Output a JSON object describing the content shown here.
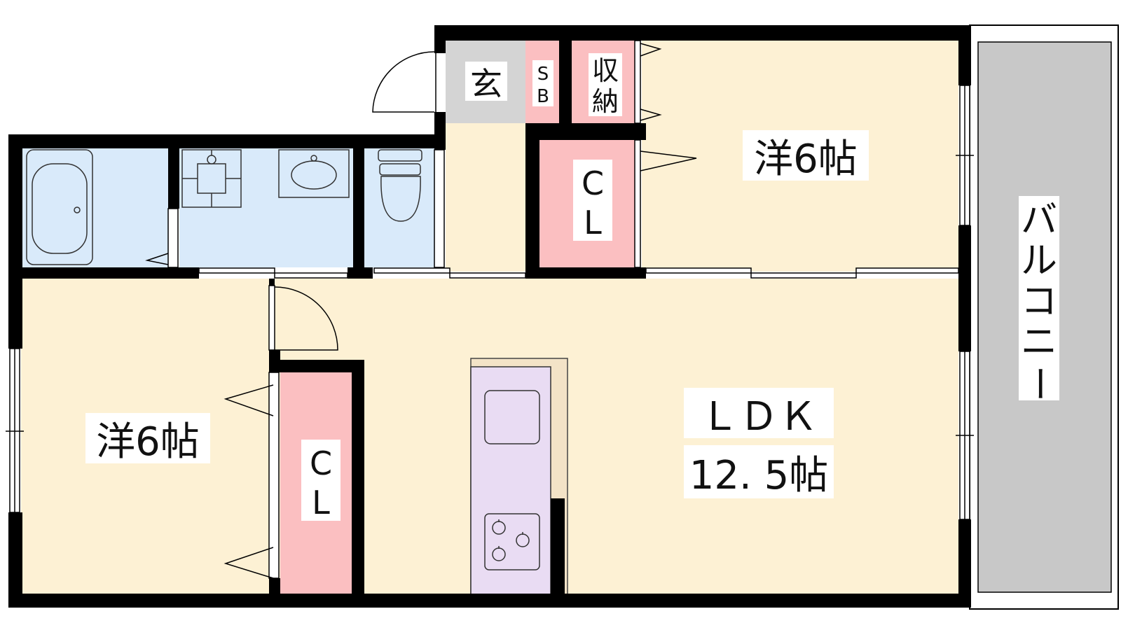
{
  "colors": {
    "wall": "#000000",
    "room_floor": "#fdf1d4",
    "wet_area": "#d9eafa",
    "closet": "#fbbfc1",
    "entrance": "#d4d4d4",
    "kitchen": "#e9dcf3",
    "counter": "#f3e3c7",
    "balcony": "#c8c8c8"
  },
  "rooms": {
    "genkan": {
      "label": "玄"
    },
    "shoebox": {
      "line1": "S",
      "line2": "B"
    },
    "storage": {
      "line1": "収",
      "line2": "納"
    },
    "bedroom_top": {
      "label": "洋6帖"
    },
    "closet_top": {
      "line1": "C",
      "line2": "L"
    },
    "balcony": {
      "c1": "バ",
      "c2": "ル",
      "c3": "コ",
      "c4": "ニ",
      "c5": "ー"
    },
    "bedroom_left": {
      "label": "洋6帖"
    },
    "closet_left": {
      "line1": "C",
      "line2": "L"
    },
    "ldk": {
      "line1": "ＬＤＫ",
      "line2": "12. 5帖"
    }
  },
  "icons": [
    "bathtub-icon",
    "washing-machine-pan-icon",
    "washbasin-icon",
    "toilet-icon",
    "sink-icon",
    "stove-icon",
    "door-swing-icon",
    "sliding-door-icon",
    "window-icon"
  ]
}
